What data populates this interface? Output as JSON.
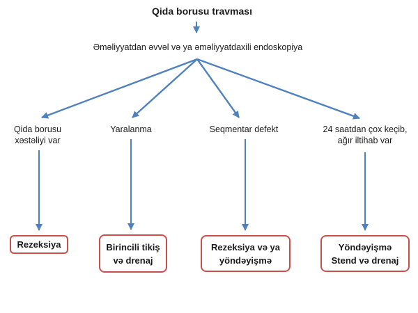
{
  "diagram": {
    "title": "Qida borusu travması",
    "subtitle": "Əməliyyatdan əvvəl və ya əməliyyatdaxili endoskopiya",
    "colors": {
      "arrow": "#4f81bd",
      "box_border": "#c8504b",
      "text": "#1a1a1a"
    },
    "branches": [
      {
        "condition_lines": [
          "Qida borusu",
          "xəstəliyi var"
        ],
        "outcome_lines": [
          "Rezeksiya"
        ]
      },
      {
        "condition_lines": [
          "Yaralanma"
        ],
        "outcome_lines": [
          "Birincili tikiş",
          "və drenaj"
        ]
      },
      {
        "condition_lines": [
          "Seqmentar defekt"
        ],
        "outcome_lines": [
          "Rezeksiya və ya",
          "yöndəyişmə"
        ]
      },
      {
        "condition_lines": [
          "24 saatdan çox keçib,",
          "ağır iltihab var"
        ],
        "outcome_lines": [
          "Yöndəyişmə",
          "Stend və drenaj"
        ]
      }
    ]
  }
}
